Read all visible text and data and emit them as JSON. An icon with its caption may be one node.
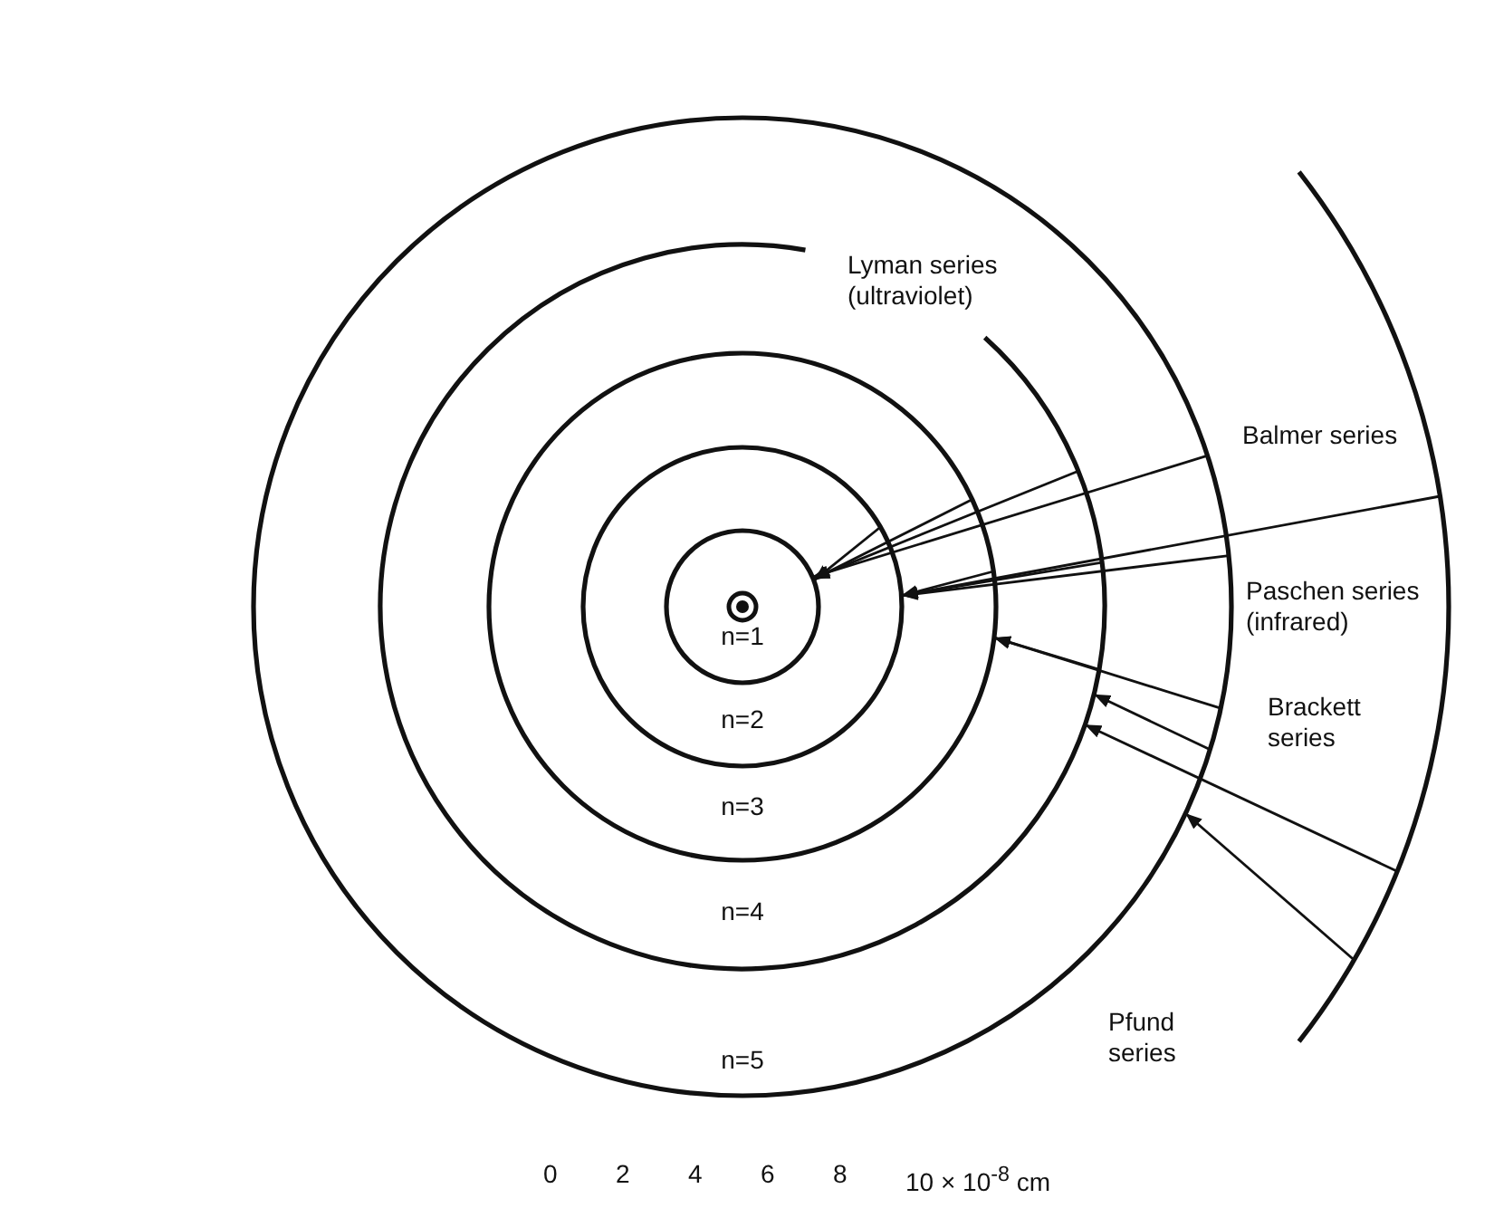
{
  "diagram": {
    "nodes": [
      {
        "text": [],
        "shape": "circle",
        "in": 1
      },
      {
        "text": [
          "n=1"
        ],
        "in": 2
      },
      {
        "text": [
          "n=2"
        ],
        "in": 3
      },
      {
        "text": [
          "n=3"
        ],
        "in": 4
      },
      {
        "text": [
          "n=4"
        ],
        "in": 5
      },
      {
        "text": [
          "n=5"
        ]
      },
      {
        "text": [],
        "shape": "arc"
      }
    ],
    "edges": [
      {
        "from": 2,
        "to": 1,
        "arrow": "to"
      },
      {
        "from": 3,
        "to": 1,
        "arrow": "to"
      },
      {
        "from": 4,
        "to": 1,
        "arrow": "to"
      },
      {
        "from": 5,
        "to": 1,
        "arrow": "to"
      },
      {
        "from": 3,
        "to": 2,
        "arrow": "to"
      },
      {
        "from": 4,
        "to": 2,
        "arrow": "to"
      },
      {
        "from": 5,
        "to": 2,
        "arrow": "to"
      },
      {
        "from": 6,
        "to": 2,
        "arrow": "to"
      },
      {
        "from": 4,
        "to": 3,
        "arrow": "to"
      },
      {
        "from": 5,
        "to": 3,
        "arrow": "to"
      },
      {
        "from": 5,
        "to": 4,
        "arrow": "to"
      },
      {
        "from": 6,
        "to": 4,
        "arrow": "to"
      },
      {
        "from": 6,
        "to": 5,
        "arrow": "to"
      }
    ],
    "labels": [
      "Lyman series (ultraviolet)",
      "Balmer series",
      "Paschen series (infrared)",
      "Brackett series",
      "Pfund series",
      "0",
      "2",
      "4",
      "6",
      "8",
      "10 × 10$^{-8}$ cm"
    ]
  }
}
